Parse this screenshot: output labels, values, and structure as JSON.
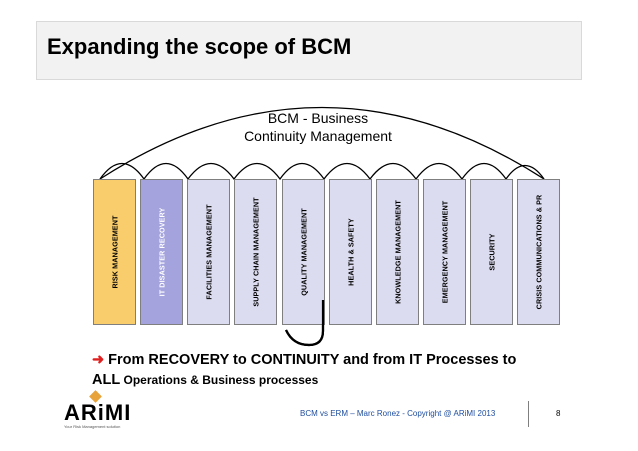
{
  "header": {
    "title": "Expanding the scope of BCM"
  },
  "umbrella": {
    "line1": "BCM - Business",
    "line2": "Continuity Management"
  },
  "pillars": [
    "RISK  MANAGEMENT",
    "IT DISASTER RECOVERY",
    "FACILITIES  MANAGEMENT",
    "SUPPLY CHAIN  MANAGEMENT",
    "QUALITY  MANAGEMENT",
    "HEALTH & SAFETY",
    "KNOWLEDGE  MANAGEMENT",
    "EMERGENCY  MANAGEMENT",
    "SECURITY",
    "CRISIS COMMUNICATIONS & PR"
  ],
  "colors": {
    "risk": "#f9cd6c",
    "it": "#a4a3de",
    "pillar": "#dcdcf0",
    "accent_arrow": "#e02020",
    "logo_diamond": "#e8a23a"
  },
  "bottom": {
    "arrow": "➜",
    "line1": "From RECOVERY to CONTINUITY and from IT Processes to",
    "line2_big": "ALL",
    "line2_small": " Operations & Business processes"
  },
  "logo": {
    "name": "ARiMI",
    "tagline": "Your Risk Management solution"
  },
  "footer": {
    "text": "BCM vs ERM – Marc Ronez - Copyright @ ARiMI 2013",
    "page": "8"
  }
}
